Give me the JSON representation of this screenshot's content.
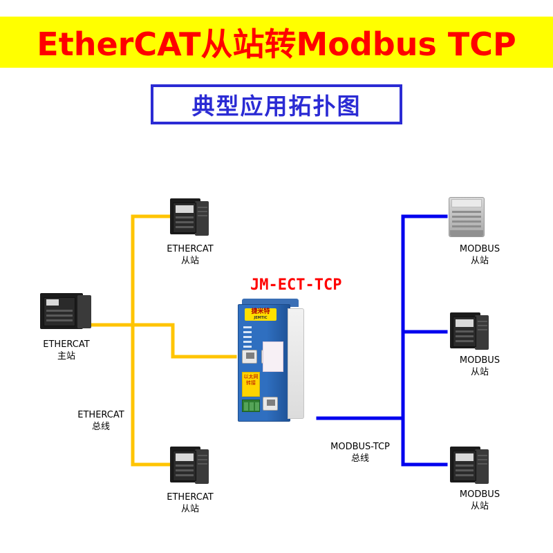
{
  "header": {
    "title": "EtherCAT从站转Modbus TCP",
    "subtitle": "典型应用拓扑图",
    "title_color": "#ff0000",
    "banner_color": "#ffff00",
    "subtitle_color": "#2b2bd4"
  },
  "diagram": {
    "gateway_title": "JM-ECT-TCP",
    "gateway_title_color": "#ff0000",
    "left_bus_color": "#ffc400",
    "right_bus_color": "#0000ee",
    "nodes": {
      "master": "ETHERCAT\n主站",
      "ethercat_slave_top": "ETHERCAT\n从站",
      "ethercat_slave_bottom": "ETHERCAT\n从站",
      "left_bus_label": "ETHERCAT\n总线",
      "right_bus_label": "MODBUS-TCP\n总线",
      "modbus_slave_top": "MODBUS\n从站",
      "modbus_slave_mid": "MODBUS\n从站",
      "modbus_slave_bottom": "MODBUS\n从站"
    },
    "gateway_brand": "捷米特",
    "gateway_brand_sub": "JEMTIC",
    "gateway_side_label": "以太网转接"
  }
}
